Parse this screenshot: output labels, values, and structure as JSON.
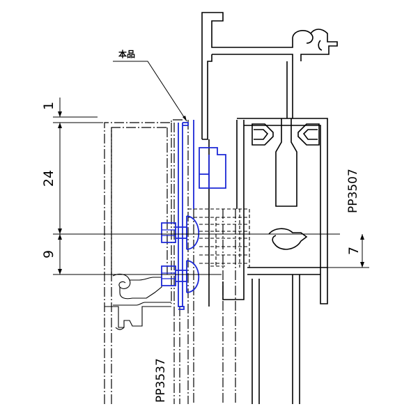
{
  "labels": {
    "part_label": "本品",
    "profile_right": "PP3507",
    "profile_left": "PP3537"
  },
  "dimensions": {
    "top_gap": "1",
    "upper_height": "24",
    "lower_height": "9",
    "right_offset": "7"
  },
  "colors": {
    "line": "#000000",
    "product": "#1c28d6"
  }
}
